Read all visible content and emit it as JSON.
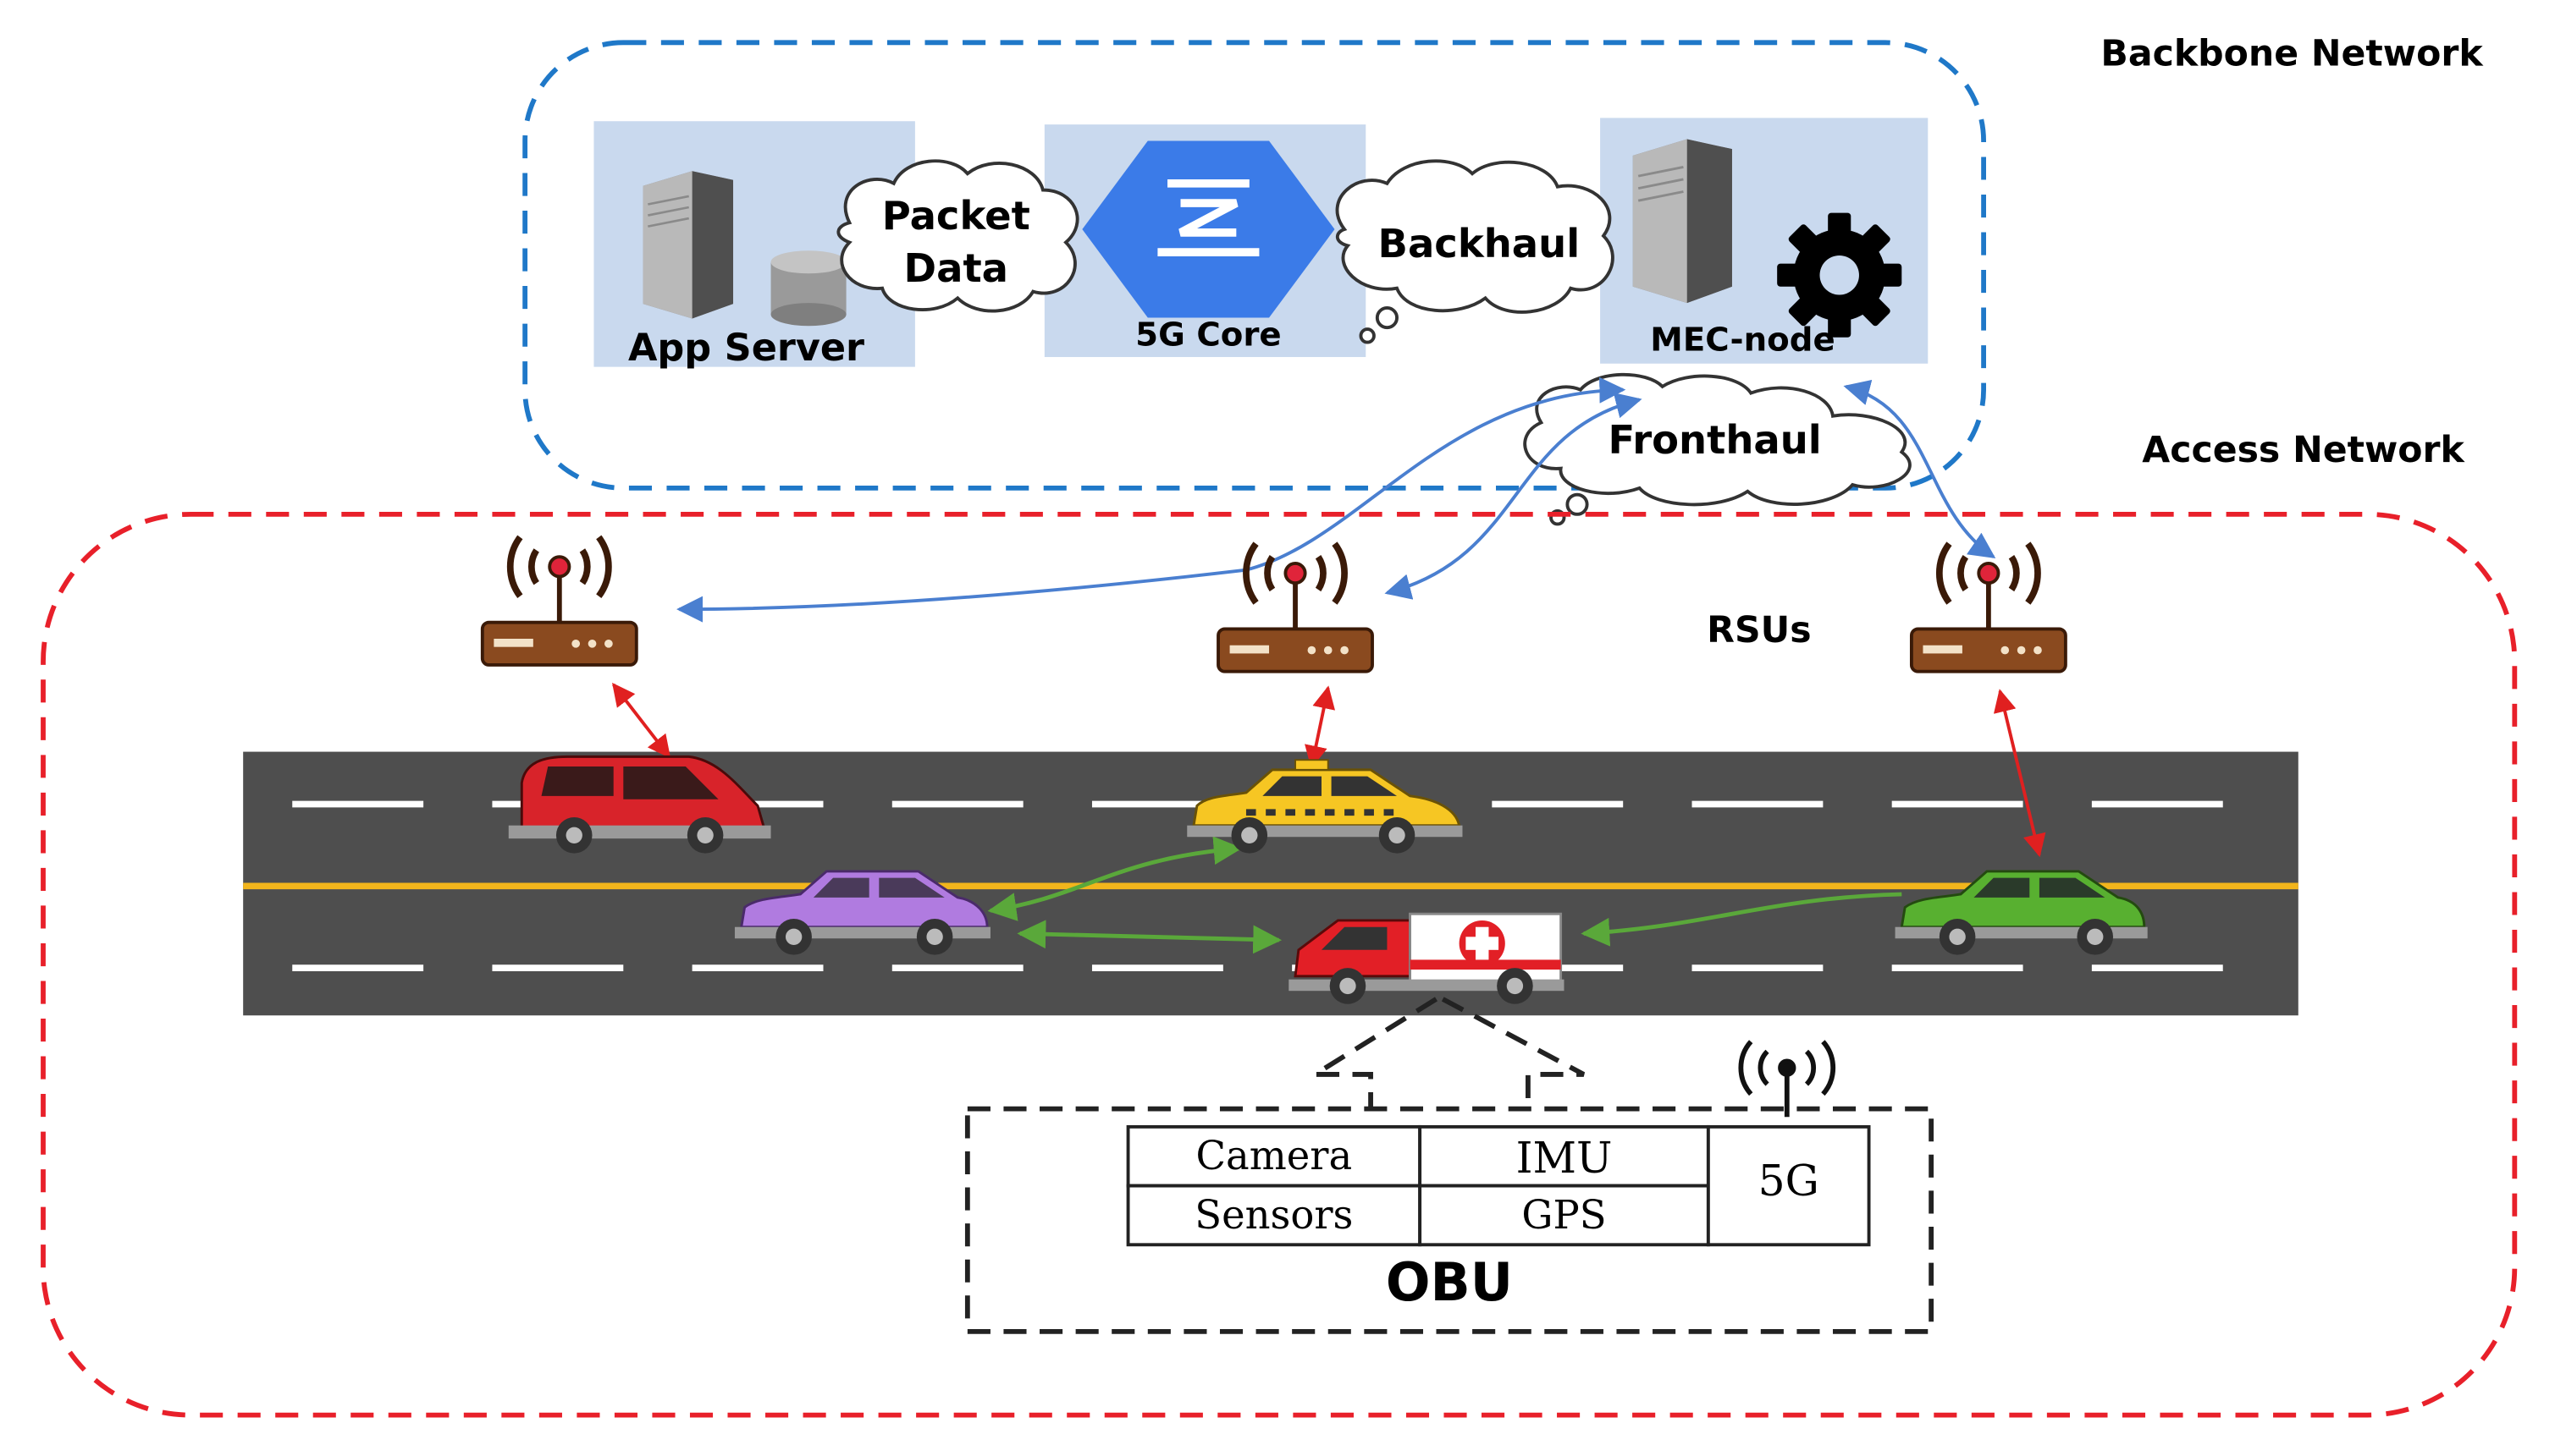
{
  "zones": {
    "backbone_label": "Backbone Network",
    "access_label": "Access Network",
    "colors": {
      "backbone": "#1f78c8",
      "access": "#e8202a"
    }
  },
  "backbone": {
    "app_server": {
      "label": "App Server",
      "icon": "server-with-database-icon"
    },
    "core": {
      "label": "5G Core",
      "icon": "hexagon-core-icon",
      "color": "#3b7be8"
    },
    "mec": {
      "label": "MEC-node",
      "icon": "server-with-gear-icon"
    },
    "links": {
      "packet_data_line1": "Packet",
      "packet_data_line2": "Data",
      "backhaul": "Backhaul",
      "fronthaul": "Fronthaul"
    }
  },
  "access": {
    "rsu_label": "RSUs",
    "rsu_icon": "rsu-antenna-icon",
    "vehicles": [
      {
        "name": "red-van",
        "color": "#d8232a"
      },
      {
        "name": "yellow-taxi",
        "color": "#f6c623"
      },
      {
        "name": "purple-car",
        "color": "#b07be0"
      },
      {
        "name": "ambulance",
        "color": "#e21f26"
      },
      {
        "name": "green-car",
        "color": "#58b030"
      }
    ],
    "link_colors": {
      "v2i": "#e02020",
      "v2v": "#5aa83a",
      "fronthaul": "#4a7fd0"
    }
  },
  "obu": {
    "title": "OBU",
    "cells": {
      "camera": "Camera",
      "imu": "IMU",
      "sensors": "Sensors",
      "gps": "GPS",
      "fiveg": "5G"
    },
    "antenna_icon": "5g-antenna-icon"
  }
}
